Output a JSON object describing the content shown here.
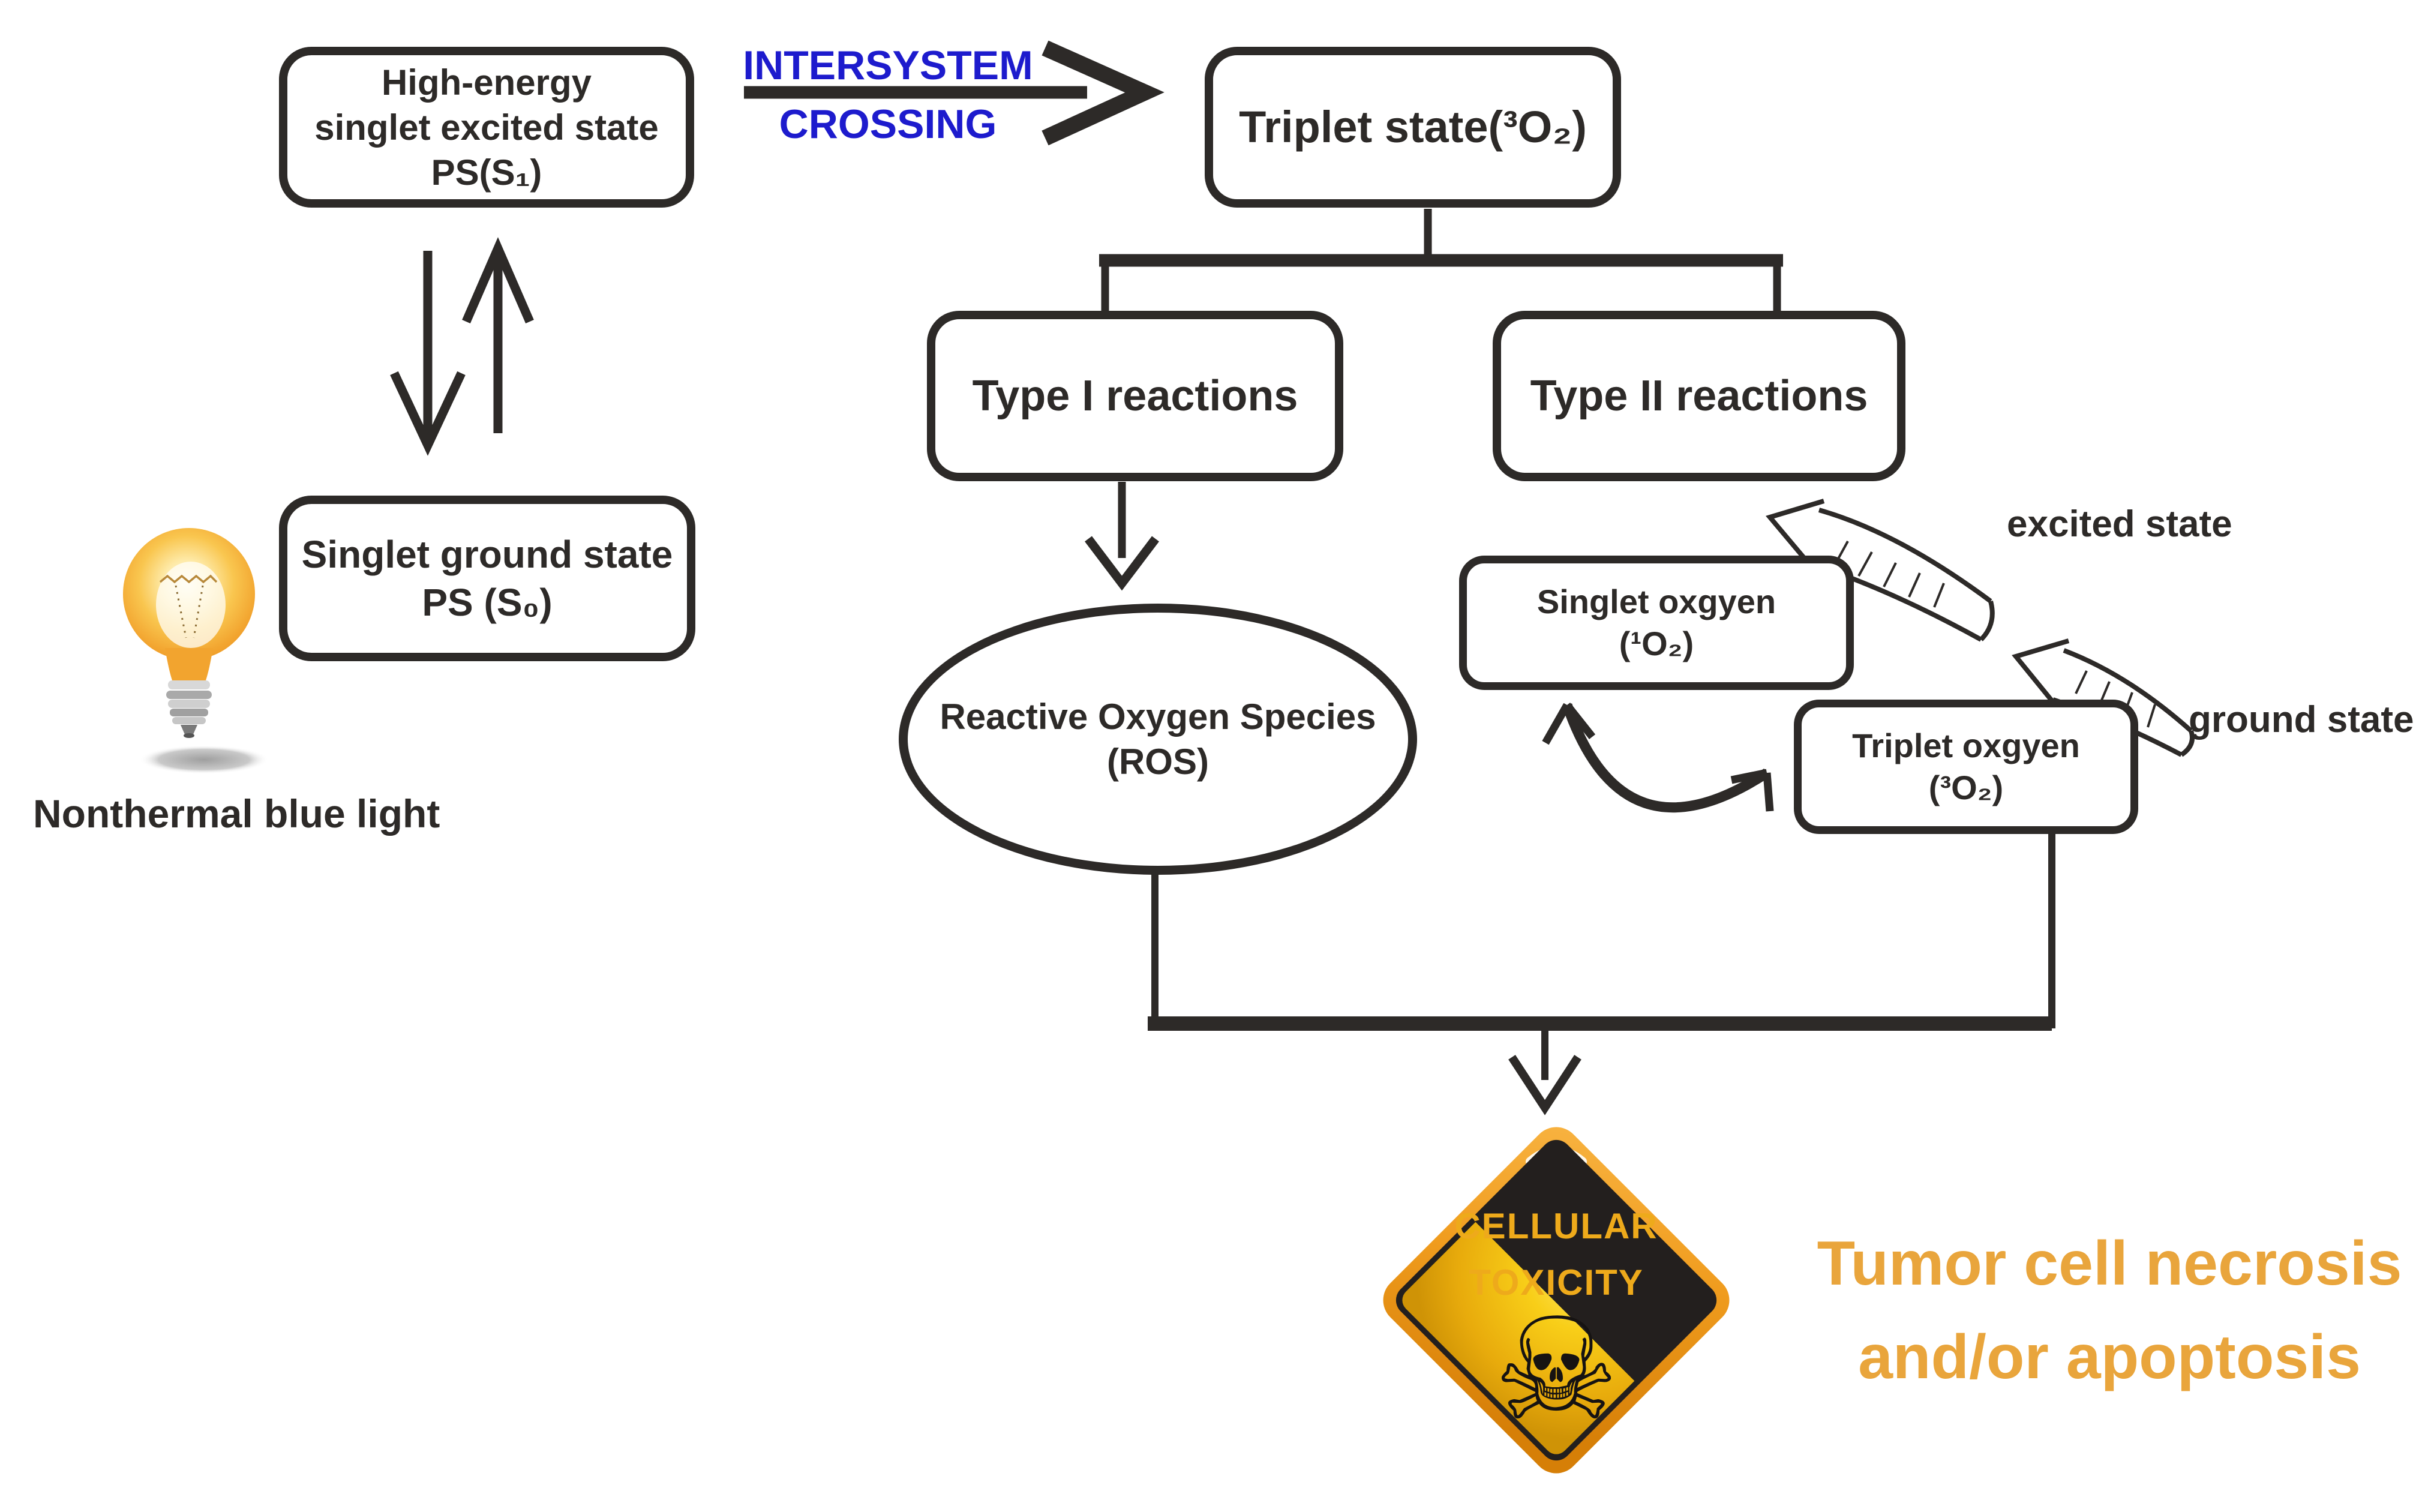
{
  "colors": {
    "line": "#2d2a28",
    "blue": "#1d1bcd",
    "orange_text": "#e9a53c",
    "hazard_border": "#f09c1e",
    "hazard_panel_black": "#231f1e",
    "hazard_yellow": "#f6c514",
    "hazard_yellow_dark": "#cf9306",
    "hazard_label": "#eeaa1b"
  },
  "nodes": {
    "high_energy": "High-energy\nsinglet excited state\nPS(S₁)",
    "triplet_state": "Triplet state(³O₂)",
    "type1": "Type I reactions",
    "type2": "Type II reactions",
    "singlet_ground": "Singlet ground state\nPS (S₀)",
    "ros": "Reactive Oxygen Species\n(ROS)",
    "singlet_oxygen": "Singlet oxgyen\n(¹O₂)",
    "triplet_oxygen": "Triplet oxgyen\n(³O₂)"
  },
  "labels": {
    "intersystem": "INTERSYSTEM",
    "crossing": "CROSSING",
    "excited_state": "excited state",
    "ground_state": "ground state",
    "nonthermal": "Nonthermal blue light",
    "tumor": "Tumor cell necrosis\nand/or apoptosis"
  },
  "hazard": {
    "line1": "CELLULAR",
    "line2": "TOXICITY",
    "skull_icon": "☠"
  }
}
